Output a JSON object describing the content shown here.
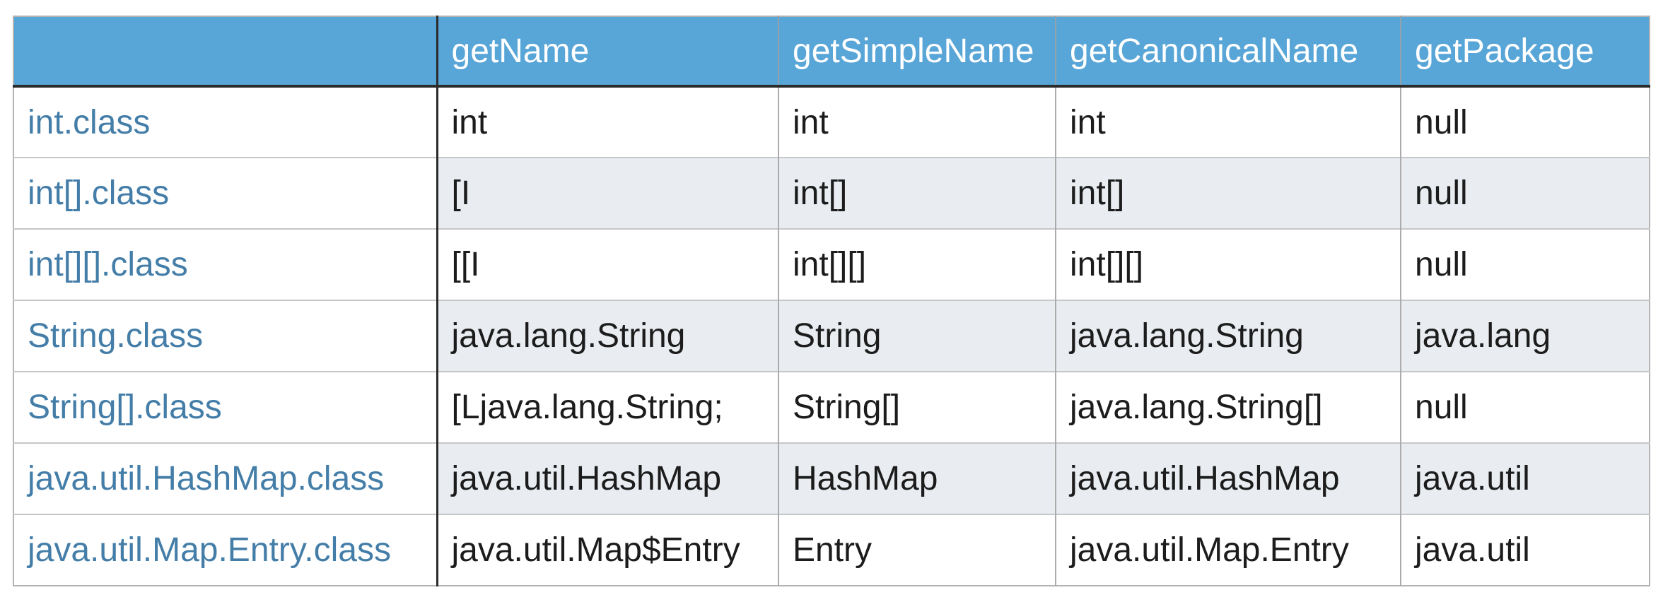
{
  "table": {
    "columns": [
      "",
      "getName",
      "getSimpleName",
      "getCanonicalName",
      "getPackage"
    ],
    "rows": [
      {
        "class": "int.class",
        "getName": "int",
        "getSimpleName": "int",
        "getCanonicalName": "int",
        "getPackage": "null"
      },
      {
        "class": "int[].class",
        "getName": "[I",
        "getSimpleName": "int[]",
        "getCanonicalName": "int[]",
        "getPackage": "null"
      },
      {
        "class": "int[][].class",
        "getName": "[[I",
        "getSimpleName": "int[][]",
        "getCanonicalName": "int[][]",
        "getPackage": "null"
      },
      {
        "class": "String.class",
        "getName": "java.lang.String",
        "getSimpleName": "String",
        "getCanonicalName": "java.lang.String",
        "getPackage": "java.lang"
      },
      {
        "class": "String[].class",
        "getName": "[Ljava.lang.String;",
        "getSimpleName": "String[]",
        "getCanonicalName": "java.lang.String[]",
        "getPackage": "null"
      },
      {
        "class": "java.util.HashMap.class",
        "getName": "java.util.HashMap",
        "getSimpleName": "HashMap",
        "getCanonicalName": "java.util.HashMap",
        "getPackage": "java.util"
      },
      {
        "class": "java.util.Map.Entry.class",
        "getName": "java.util.Map$Entry",
        "getSimpleName": "Entry",
        "getCanonicalName": "java.util.Map.Entry",
        "getPackage": "java.util"
      }
    ]
  },
  "colors": {
    "header_bg": "#58a5d7",
    "header_fg": "#ffffff",
    "stripe_bg": "#e9edf2",
    "class_link_blue": "#447ea8",
    "body_text": "#1c1c1c",
    "dark_border": "#2b2b2b"
  }
}
